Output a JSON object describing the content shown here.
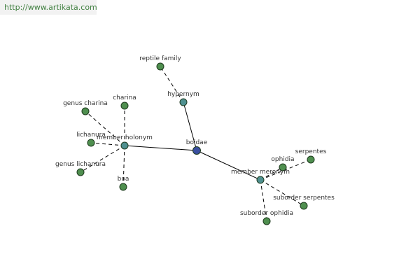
{
  "banner": {
    "url": "http://www.artikata.com"
  },
  "colors": {
    "leaf": "#4f8f4f",
    "relation": "#4f9090",
    "center": "#3a4fa0"
  },
  "nodes": [
    {
      "id": "boidae",
      "label": "boidae",
      "kind": "center"
    },
    {
      "id": "hypernym",
      "label": "hypernym",
      "kind": "relation"
    },
    {
      "id": "reptile-family",
      "label": "reptile family",
      "kind": "leaf"
    },
    {
      "id": "member-holonym",
      "label": "member holonym",
      "kind": "relation"
    },
    {
      "id": "genus-charina",
      "label": "genus charina",
      "kind": "leaf"
    },
    {
      "id": "charina",
      "label": "charina",
      "kind": "leaf"
    },
    {
      "id": "lichanura",
      "label": "lichanura",
      "kind": "leaf"
    },
    {
      "id": "genus-lichanura",
      "label": "genus lichanura",
      "kind": "leaf"
    },
    {
      "id": "boa",
      "label": "boa",
      "kind": "leaf"
    },
    {
      "id": "member-meronym",
      "label": "member meronym",
      "kind": "relation"
    },
    {
      "id": "ophidia",
      "label": "ophidia",
      "kind": "leaf"
    },
    {
      "id": "serpentes",
      "label": "serpentes",
      "kind": "leaf"
    },
    {
      "id": "suborder-serpentes",
      "label": "suborder serpentes",
      "kind": "leaf"
    },
    {
      "id": "suborder-ophidia",
      "label": "suborder ophidia",
      "kind": "leaf"
    }
  ],
  "edges": [
    {
      "from": "boidae",
      "to": "hypernym",
      "style": "solid"
    },
    {
      "from": "boidae",
      "to": "member-holonym",
      "style": "solid"
    },
    {
      "from": "boidae",
      "to": "member-meronym",
      "style": "solid"
    },
    {
      "from": "hypernym",
      "to": "reptile-family",
      "style": "dashed"
    },
    {
      "from": "member-holonym",
      "to": "genus-charina",
      "style": "dashed"
    },
    {
      "from": "member-holonym",
      "to": "charina",
      "style": "dashed"
    },
    {
      "from": "member-holonym",
      "to": "lichanura",
      "style": "dashed"
    },
    {
      "from": "member-holonym",
      "to": "genus-lichanura",
      "style": "dashed"
    },
    {
      "from": "member-holonym",
      "to": "boa",
      "style": "dashed"
    },
    {
      "from": "member-meronym",
      "to": "ophidia",
      "style": "dashed"
    },
    {
      "from": "member-meronym",
      "to": "serpentes",
      "style": "dashed"
    },
    {
      "from": "member-meronym",
      "to": "suborder-serpentes",
      "style": "dashed"
    },
    {
      "from": "member-meronym",
      "to": "suborder-ophidia",
      "style": "dashed"
    }
  ]
}
